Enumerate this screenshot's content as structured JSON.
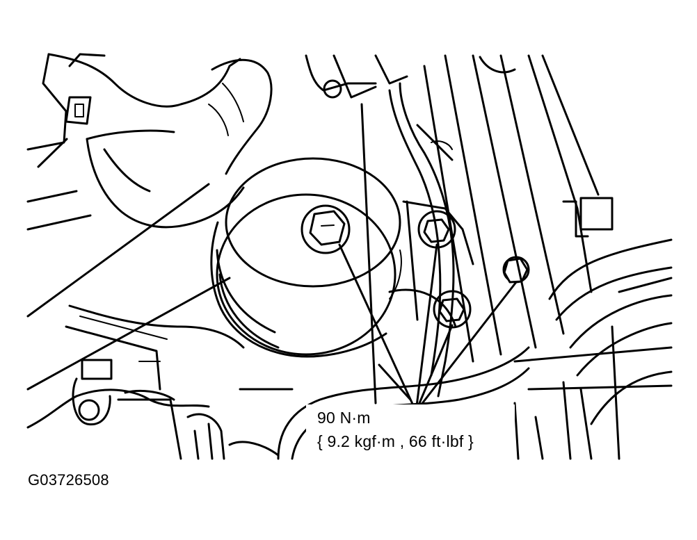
{
  "figure": {
    "torque_line1": "90 N·m",
    "torque_line2": "{ 9.2 kgf·m , 66 ft·lbf }",
    "figure_code": "G03726508"
  },
  "icons": {
    "pulley": "pulley-icon",
    "bolt": "bolt-icon",
    "leader": "leader-line-icon"
  },
  "colors": {
    "line": "#000000",
    "background": "#ffffff"
  }
}
